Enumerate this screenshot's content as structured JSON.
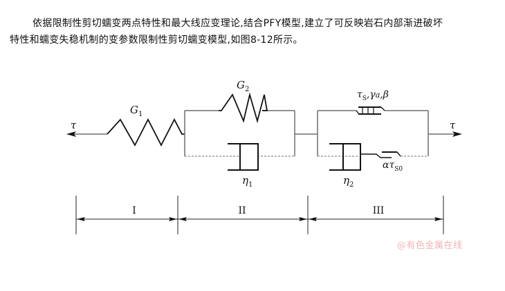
{
  "paragraph": {
    "line1": "依据限制性剪切蠕变两点特性和最大线应变理论,结合PFY模型,建立了可反映岩石内部渐进破坏",
    "line2": "特性和蠕变失稳机制的变参数限制性剪切蠕变模型,如图8-12所示。"
  },
  "diagram": {
    "stress_left_label": "τ",
    "stress_right_label": "τ",
    "spring1": {
      "symbol": "G",
      "subscript": "1"
    },
    "spring2": {
      "symbol": "G",
      "subscript": "2"
    },
    "dashpot1": {
      "symbol": "η",
      "subscript": "1"
    },
    "dashpot2": {
      "symbol": "η",
      "subscript": "2"
    },
    "plastic_slider": {
      "label_main": "τ",
      "label_sub": "S",
      "label_rest": ",γ",
      "label_a": "a",
      "label_beta": ",β"
    },
    "threshold_slider": {
      "alpha": "α",
      "tau": "τ",
      "subscript": "S0"
    },
    "segments": [
      "I",
      "II",
      "III"
    ]
  },
  "watermark": "@有色金属在线",
  "colors": {
    "wire": "#6d6d6d",
    "element": "#111111",
    "watermark": "#f0b4b4"
  }
}
